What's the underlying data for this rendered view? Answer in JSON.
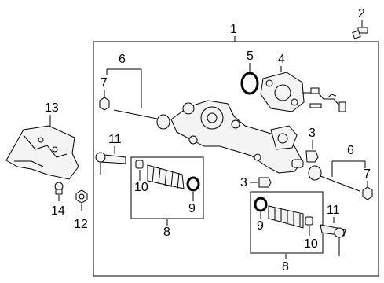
{
  "callouts": {
    "c1": "1",
    "c2": "2",
    "c3a": "3",
    "c3b": "3",
    "c4": "4",
    "c5": "5",
    "c6a": "6",
    "c6b": "6",
    "c7a": "7",
    "c7b": "7",
    "c8a": "8",
    "c8b": "8",
    "c9a": "9",
    "c9b": "9",
    "c10a": "10",
    "c10b": "10",
    "c11a": "11",
    "c11b": "11",
    "c12": "12",
    "c13": "13",
    "c14": "14"
  }
}
